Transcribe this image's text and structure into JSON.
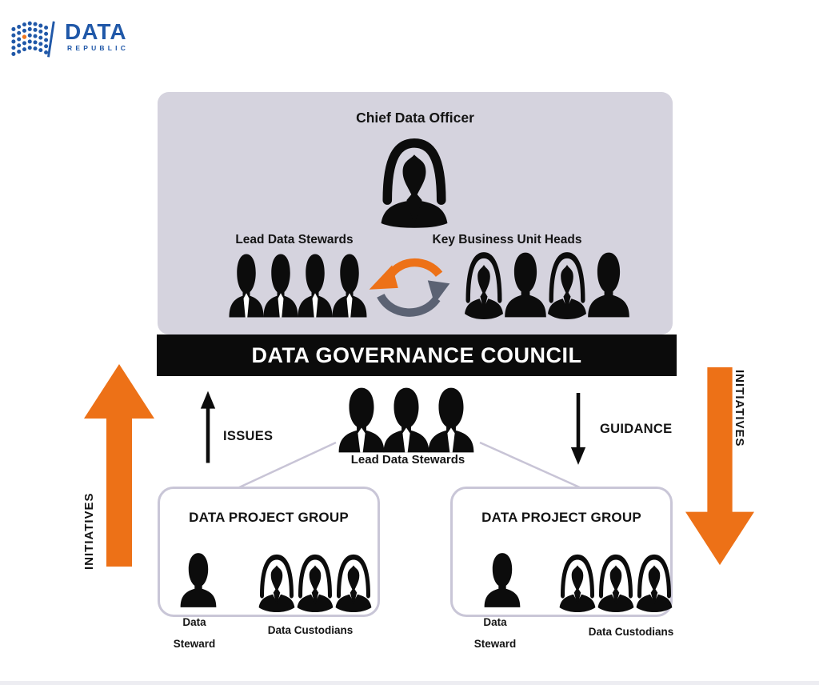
{
  "logo": {
    "title": "DATA",
    "subtitle": "REPUBLIC"
  },
  "council": {
    "cdo_label": "Chief Data Officer",
    "left_group_label": "Lead Data Stewards",
    "right_group_label": "Key Business Unit Heads",
    "banner": "DATA GOVERNANCE COUNCIL"
  },
  "flows": {
    "issues_label": "ISSUES",
    "guidance_label": "GUIDANCE",
    "initiatives_left_label": "INITIATIVES",
    "initiatives_right_label": "INITIATIVES",
    "mid_stewards_label": "Lead Data Stewards"
  },
  "project_groups": [
    {
      "title": "DATA PROJECT GROUP",
      "steward_label_line1": "Data",
      "steward_label_line2": "Steward",
      "custodians_label": "Data Custodians"
    },
    {
      "title": "DATA PROJECT GROUP",
      "steward_label_line1": "Data",
      "steward_label_line2": "Steward",
      "custodians_label": "Data Custodians"
    }
  ],
  "colors": {
    "accent_orange": "#ED7117",
    "arrow_slate": "#5B6273",
    "council_bg": "#D5D3DE",
    "banner_bg": "#0B0B0B",
    "logo_blue": "#2058A8",
    "connector_gray": "#C8C4D6"
  }
}
